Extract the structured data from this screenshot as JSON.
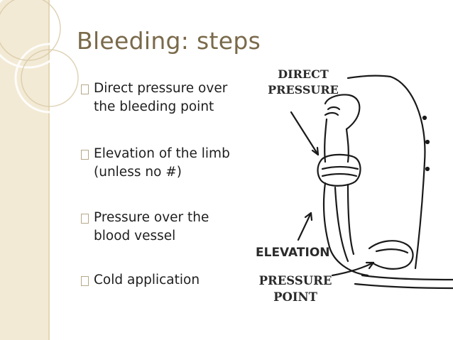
{
  "slide": {
    "title": "Bleeding: steps",
    "bullets": [
      {
        "line1": "Direct pressure over",
        "line2": "the bleeding point"
      },
      {
        "line1": "Elevation of the limb",
        "line2": "(unless no #)"
      },
      {
        "line1": "Pressure over the",
        "line2": "blood vessel"
      },
      {
        "line1": "Cold application",
        "line2": ""
      }
    ]
  },
  "illustration": {
    "label_direct_line1": "DIRECT",
    "label_direct_line2": "PRESSURE",
    "label_elevation": "ELEVATION",
    "label_pressure_line1": "PRESSURE",
    "label_pressure_line2": "POINT"
  },
  "theme": {
    "accent": "#7a6a4a",
    "band": "#f3ead5",
    "text": "#1e1e1e"
  }
}
